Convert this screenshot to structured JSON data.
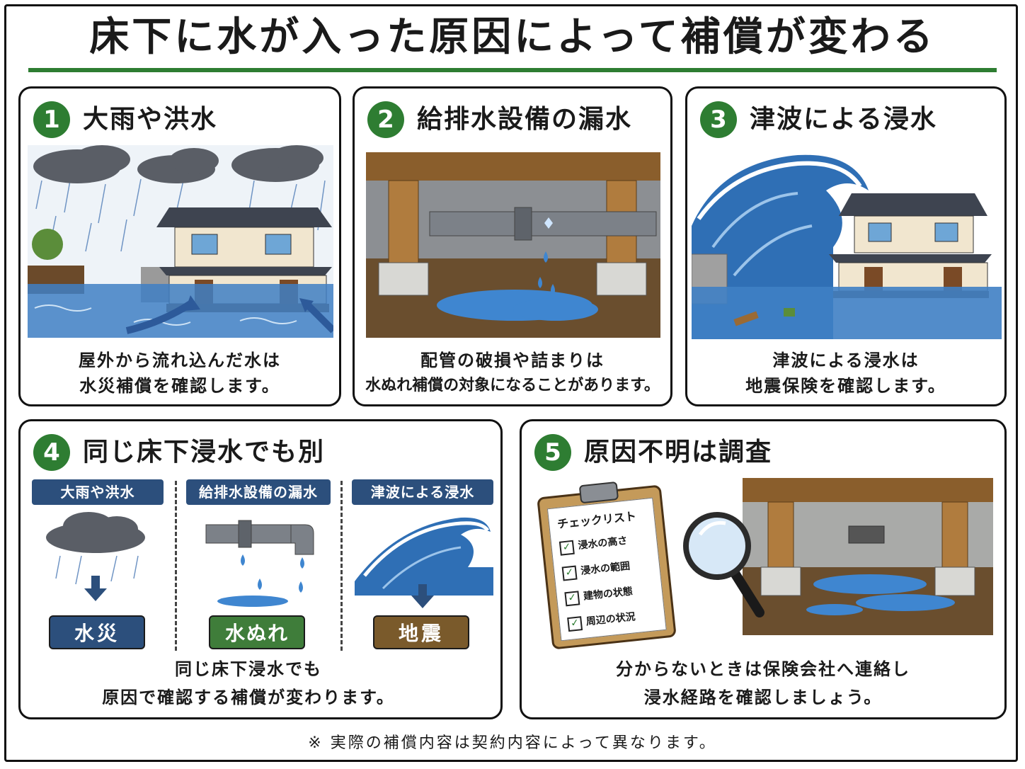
{
  "title": "床下に水が入った原因によって補償が変わる",
  "colors": {
    "accent_green": "#2e7d32",
    "water_blue": "#3f7fc4",
    "navy": "#2c4f7c",
    "brown": "#7a5a2b"
  },
  "cards": [
    {
      "num": "1",
      "title": "大雨や洪水",
      "caption_line1": "屋外から流れ込んだ水は",
      "caption_line2": "水災補償を確認します。",
      "icon": "rain-flood-scene"
    },
    {
      "num": "2",
      "title": "給排水設備の漏水",
      "caption_line1": "配管の破損や詰まりは",
      "caption_line2": "水ぬれ補償の対象になることがあります。",
      "icon": "pipe-leak-scene"
    },
    {
      "num": "3",
      "title": "津波による浸水",
      "caption_line1": "津波による浸水は",
      "caption_line2": "地震保険を確認します。",
      "icon": "tsunami-scene"
    },
    {
      "num": "4",
      "title": "同じ床下浸水でも別",
      "columns": [
        {
          "heading": "大雨や洪水",
          "result": "水災",
          "icon": "rain-cloud-icon"
        },
        {
          "heading": "給排水設備の漏水",
          "result": "水ぬれ",
          "icon": "leaking-pipe-icon"
        },
        {
          "heading": "津波による浸水",
          "result": "地震",
          "icon": "wave-icon"
        }
      ],
      "caption_line1": "同じ床下浸水でも",
      "caption_line2": "原因で確認する補償が変わります。"
    },
    {
      "num": "5",
      "title": "原因不明は調査",
      "checklist": {
        "heading": "チェックリスト",
        "items": [
          "浸水の高さ",
          "浸水の範囲",
          "建物の状態",
          "周辺の状況"
        ]
      },
      "caption_line1": "分からないときは保険会社へ連絡し",
      "caption_line2": "浸水経路を確認しましょう。",
      "icon": "magnifier-icon"
    }
  ],
  "footnote": "※ 実際の補償内容は契約内容によって異なります。"
}
